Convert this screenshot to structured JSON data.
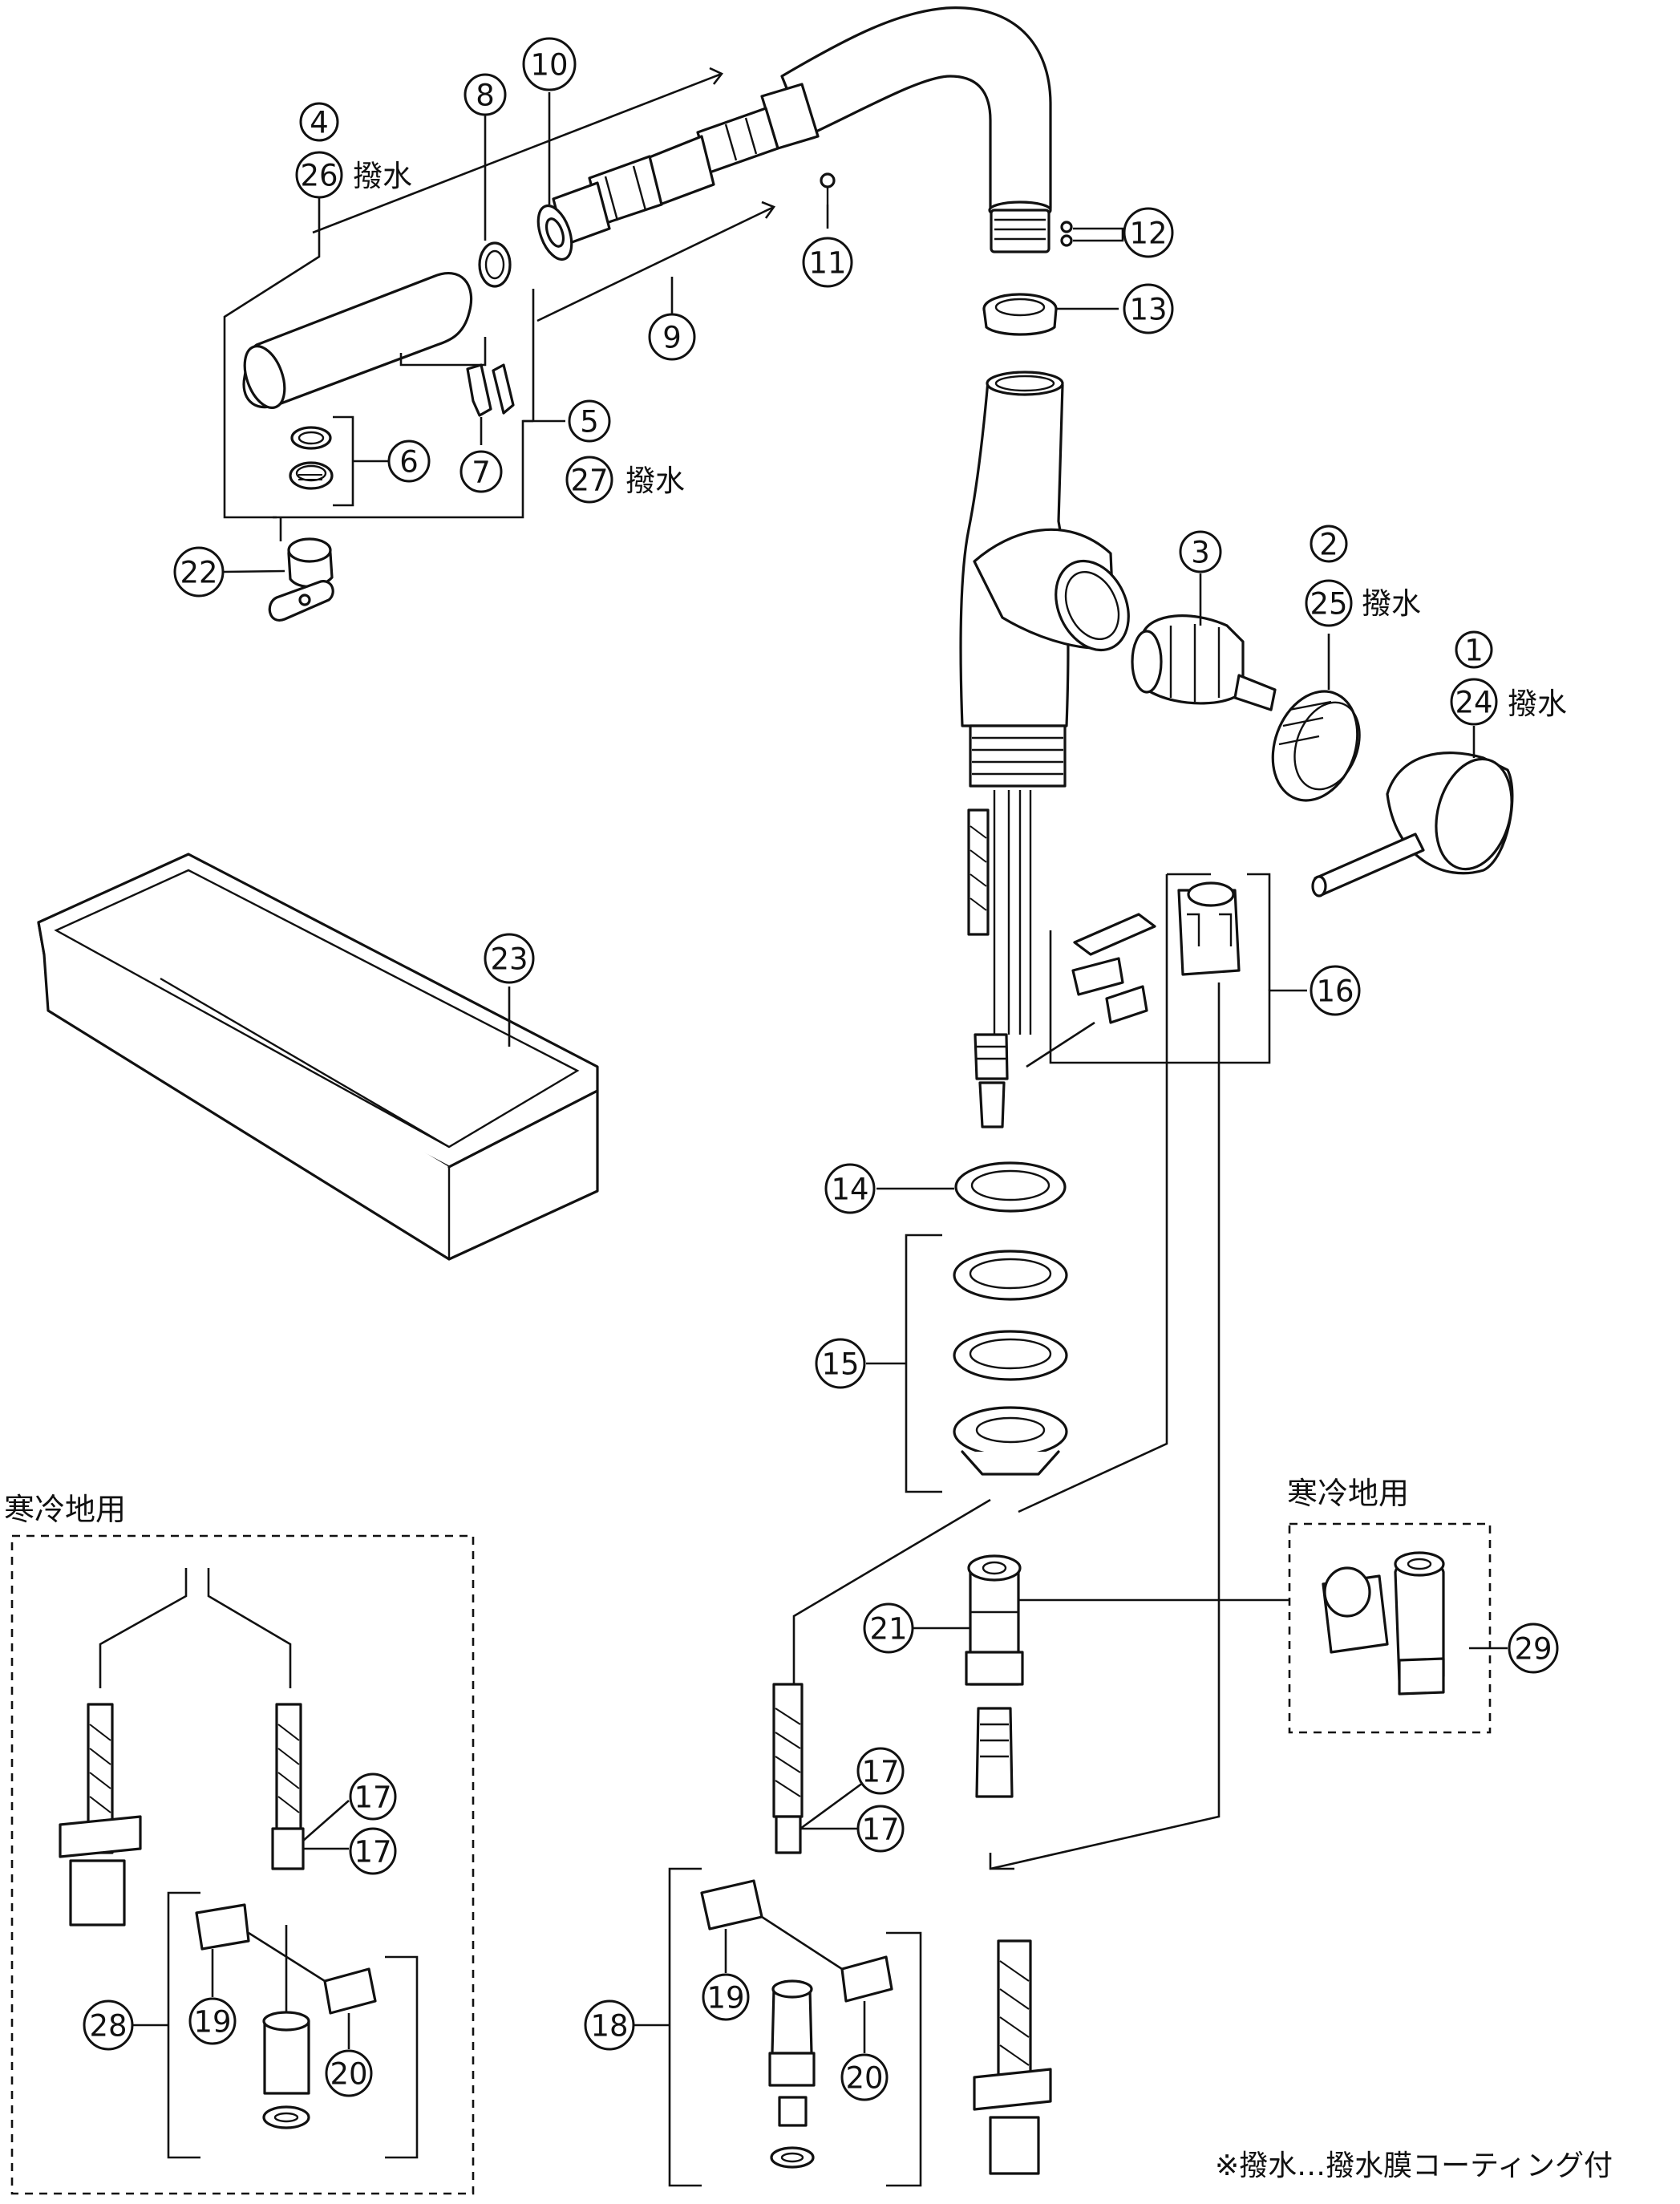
{
  "callouts": {
    "c1": "1",
    "c2": "2",
    "c3": "3",
    "c4": "4",
    "c5": "5",
    "c6": "6",
    "c7": "7",
    "c8": "8",
    "c9": "9",
    "c10": "10",
    "c11": "11",
    "c12": "12",
    "c13": "13",
    "c14": "14",
    "c15": "15",
    "c16": "16",
    "c17a": "17",
    "c17b": "17",
    "c17c": "17",
    "c17d": "17",
    "c18": "18",
    "c19a": "19",
    "c19b": "19",
    "c20a": "20",
    "c20b": "20",
    "c21": "21",
    "c22": "22",
    "c23": "23",
    "c24": "24",
    "c25": "25",
    "c26": "26",
    "c27": "27",
    "c28": "28",
    "c29": "29"
  },
  "suffix": {
    "s24": "撥水",
    "s25": "撥水",
    "s26": "撥水",
    "s27": "撥水"
  },
  "regions": {
    "cold_left": "寒冷地用",
    "cold_right": "寒冷地用"
  },
  "footnote": "※撥水…撥水膜コーティング付"
}
